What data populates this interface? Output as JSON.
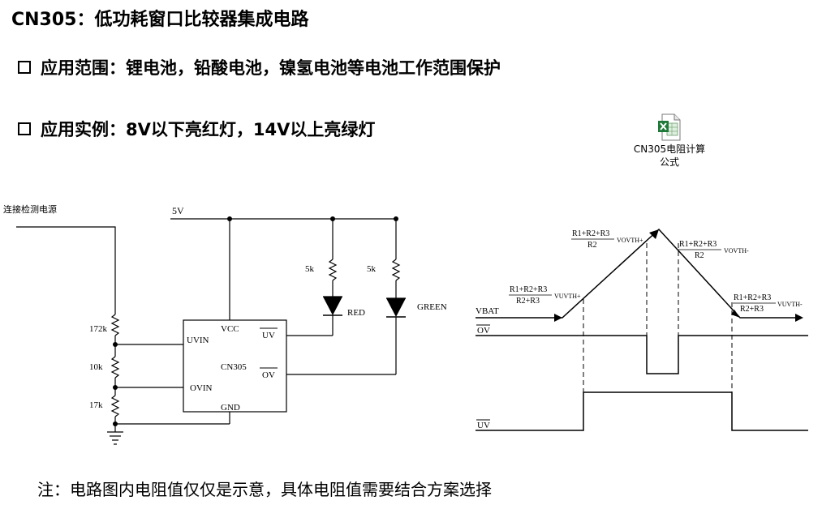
{
  "title": "CN305：低功耗窗口比较器集成电路",
  "bullets": {
    "application": "应用范围：锂电池，铅酸电池，镍氢电池等电池工作范围保护",
    "example": "应用实例：8V以下亮红灯，14V以上亮绿灯"
  },
  "attachment": {
    "icon": "excel-file-icon",
    "label_line1": "CN305电阻计算",
    "label_line2": "公式"
  },
  "circuit": {
    "input_label": "连接检测电源",
    "supply_label": "5V",
    "resistors": {
      "r1": "172k",
      "r2": "10k",
      "r3": "17k",
      "r_led1": "5k",
      "r_led2": "5k"
    },
    "chip": {
      "name": "CN305",
      "pins": {
        "vcc": "VCC",
        "uvin": "UVIN",
        "ovin": "OVIN",
        "gnd": "GND",
        "uv": "UV",
        "ov": "OV"
      }
    },
    "leds": {
      "red": "RED",
      "green": "GREEN"
    }
  },
  "timing": {
    "vbat_label": "VBAT",
    "ov_label": "OV",
    "uv_label": "UV",
    "formula_numerator": "R1+R2+R3",
    "formula_denominator": "R2+R3",
    "formula_denominator_ov": "R2",
    "v_uvth_plus": "VUVTH+",
    "v_ovth_plus": "VOVTH+",
    "v_ovth_minus": "VOVTH-",
    "v_uvth_minus": "VUVTH-"
  },
  "note": "注：电路图内电阻值仅仅是示意，具体电阻值需要结合方案选择"
}
